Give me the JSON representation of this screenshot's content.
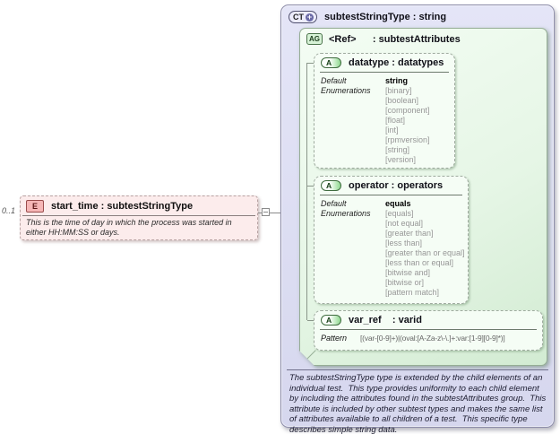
{
  "element": {
    "badge": "E",
    "cardinality": "0..1",
    "title": "start_time : subtestStringType",
    "description": "This is the time of day in which the process was started in either HH:MM:SS or days."
  },
  "complex_type": {
    "badge": "CT",
    "badge_plus": "+",
    "title": "subtestStringType : string",
    "attribute_group": {
      "badge": "AG",
      "title": "<Ref>      : subtestAttributes",
      "attributes": [
        {
          "badge": "A",
          "title": "datatype : datatypes",
          "default_label": "Default",
          "default_value": "string",
          "enumerations_label": "Enumerations",
          "enumerations": [
            "[binary]",
            "[boolean]",
            "[component]",
            "[float]",
            "[int]",
            "[rpmversion]",
            "[string]",
            "[version]"
          ]
        },
        {
          "badge": "A",
          "title": "operator : operators",
          "default_label": "Default",
          "default_value": "equals",
          "enumerations_label": "Enumerations",
          "enumerations": [
            "[equals]",
            "[not equal]",
            "[greater than]",
            "[less than]",
            "[greater than or equal]",
            "[less than or equal]",
            "[bitwise and]",
            "[bitwise or]",
            "[pattern match]"
          ]
        },
        {
          "badge": "A",
          "title": "var_ref    : varid",
          "pattern_label": "Pattern",
          "pattern_value": "[(var-[0-9]+)|(oval:[A-Za-z\\-\\.]+:var:[1-9][0-9]*)]"
        }
      ]
    },
    "documentation": "The subtestStringType type is extended by the child elements of an individual test.  This type provides uniformity to each child element by including the attributes found in the subtestAttributes group.  This attribute is included by other subtest types and makes the same list of attributes available to all children of a test.  This specific type describes simple string data."
  },
  "colors": {
    "ct_fill": "#dcddf3",
    "ag_fill": "#e6f6e6",
    "attr_fill": "#f5fdf5",
    "element_fill": "#fcecec"
  }
}
